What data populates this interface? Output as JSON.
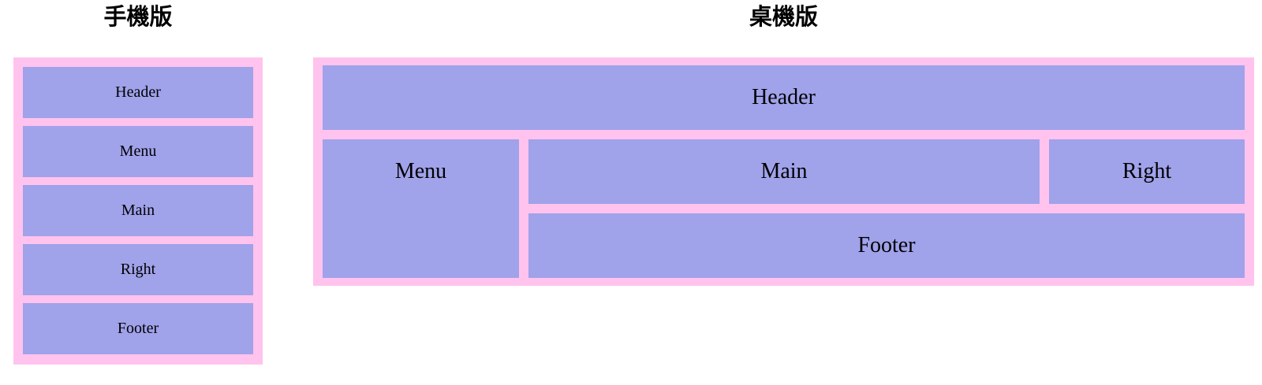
{
  "colors": {
    "page_background": "#ffffff",
    "container_pink": "#ffc3ee",
    "box_purple": "#a0a2ea",
    "text": "#000000"
  },
  "mobile": {
    "title": "手機版",
    "boxes": [
      "Header",
      "Menu",
      "Main",
      "Right",
      "Footer"
    ]
  },
  "desktop": {
    "title": "桌機版",
    "boxes": {
      "header": "Header",
      "menu": "Menu",
      "main": "Main",
      "right": "Right",
      "footer": "Footer"
    }
  }
}
